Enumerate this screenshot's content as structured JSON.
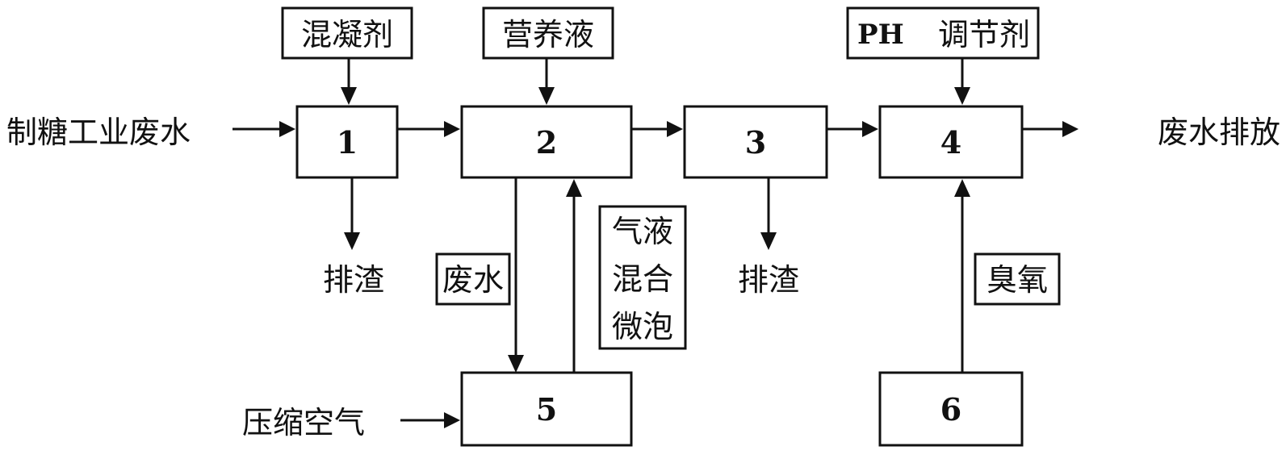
{
  "process_units": {
    "unit_1": "1",
    "unit_2": "2",
    "unit_3": "3",
    "unit_4": "4",
    "unit_5": "5",
    "unit_6": "6"
  },
  "inputs": {
    "coagulant": "混凝剂",
    "nutrient_solution": "营养液",
    "ph_adjuster_prefix": "PH",
    "ph_adjuster_suffix": "调节剂",
    "sugar_wastewater": "制糖工业废水",
    "compressed_air": "压缩空气"
  },
  "outputs": {
    "slag_1": "排渣",
    "slag_3": "排渣",
    "discharge": "废水排放"
  },
  "flows": {
    "wastewater_to_5": "废水",
    "microbubble_line1": "气液",
    "microbubble_line2": "混合",
    "microbubble_line3": "微泡",
    "ozone": "臭氧"
  }
}
